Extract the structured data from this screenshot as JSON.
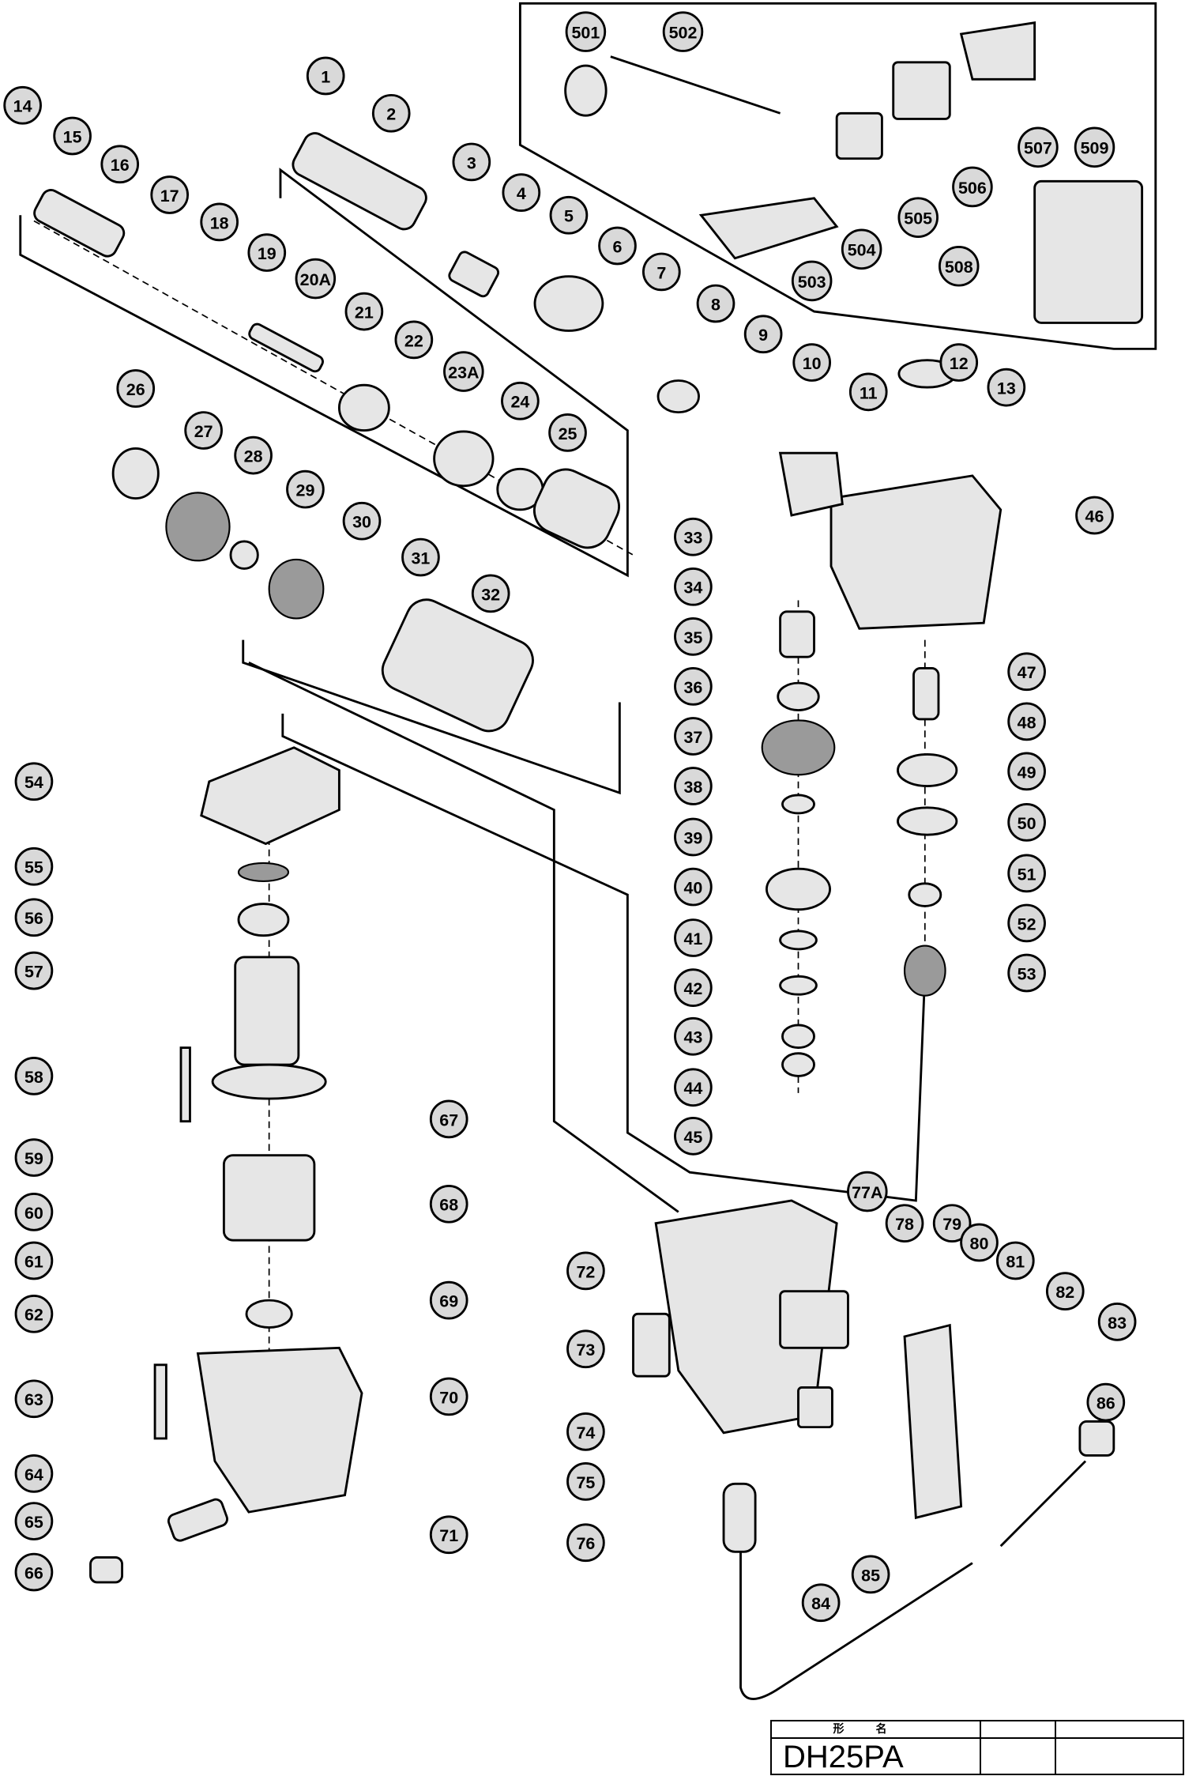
{
  "diagram": {
    "callouts": [
      "501",
      "502",
      "14",
      "1",
      "2",
      "15",
      "16",
      "17",
      "3",
      "4",
      "5",
      "18",
      "6",
      "7",
      "8",
      "9",
      "10",
      "12",
      "11",
      "13",
      "19",
      "20A",
      "21",
      "22",
      "23A",
      "24",
      "25",
      "26",
      "27",
      "28",
      "29",
      "30",
      "31",
      "32",
      "507",
      "509",
      "506",
      "505",
      "504",
      "503",
      "508",
      "46",
      "33",
      "34",
      "35",
      "36",
      "37",
      "38",
      "39",
      "40",
      "41",
      "42",
      "43",
      "44",
      "45",
      "47",
      "48",
      "49",
      "50",
      "51",
      "52",
      "53",
      "54",
      "55",
      "56",
      "57",
      "58",
      "59",
      "60",
      "61",
      "62",
      "63",
      "64",
      "65",
      "66",
      "67",
      "68",
      "69",
      "70",
      "71",
      "77A",
      "78",
      "79",
      "80",
      "81",
      "82",
      "83",
      "84",
      "85",
      "86",
      "72",
      "73",
      "74",
      "75",
      "76"
    ]
  },
  "title_block": {
    "header_label": "形名",
    "model": "DH25PA"
  }
}
